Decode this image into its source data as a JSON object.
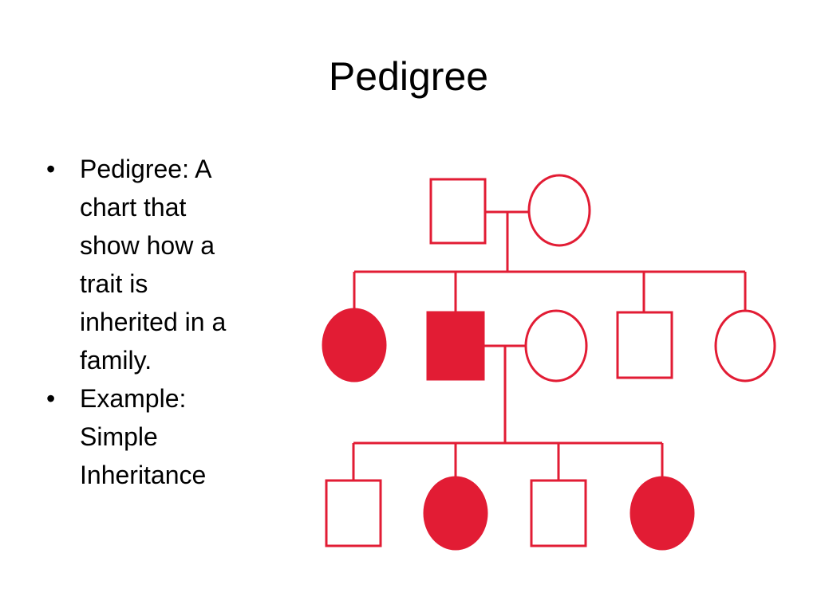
{
  "slide": {
    "title": "Pedigree",
    "bullets": [
      {
        "text": "Pedigree:  A chart that show how a trait is inherited in a family."
      },
      {
        "text": "Example: Simple Inheritance"
      }
    ]
  },
  "diagram": {
    "stroke_color": "#e21c34",
    "fill_color": "#e21c34",
    "generations": [
      [
        {
          "id": "g1-father",
          "shape": "square",
          "affected": false
        },
        {
          "id": "g1-mother",
          "shape": "circle",
          "affected": false
        }
      ],
      [
        {
          "id": "g2-daughter",
          "shape": "circle",
          "affected": true
        },
        {
          "id": "g2-son",
          "shape": "square",
          "affected": true
        },
        {
          "id": "g2-son-spouse",
          "shape": "circle",
          "affected": false
        },
        {
          "id": "g2-son-2",
          "shape": "square",
          "affected": false
        },
        {
          "id": "g2-daughter-2",
          "shape": "circle",
          "affected": false
        }
      ],
      [
        {
          "id": "g3-son",
          "shape": "square",
          "affected": false
        },
        {
          "id": "g3-daughter",
          "shape": "circle",
          "affected": true
        },
        {
          "id": "g3-son-2",
          "shape": "square",
          "affected": false
        },
        {
          "id": "g3-daughter-2",
          "shape": "circle",
          "affected": true
        }
      ]
    ]
  }
}
